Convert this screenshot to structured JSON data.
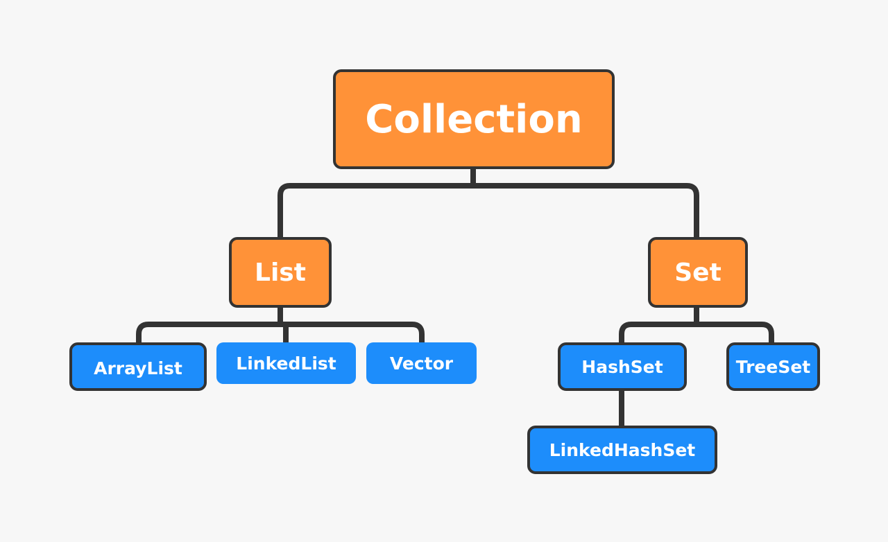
{
  "diagram": {
    "background": "#f7f7f7",
    "colors": {
      "interface": "#ff9238",
      "class": "#1d8dfb",
      "border": "#333333",
      "connector": "#333333"
    },
    "nodes": {
      "collection": "Collection",
      "list": "List",
      "set": "Set",
      "arraylist": "ArrayList",
      "linkedlist": "LinkedList",
      "vector": "Vector",
      "hashset": "HashSet",
      "treeset": "TreeSet",
      "linkedhashset": "LinkedHashSet"
    },
    "edges": [
      [
        "Collection",
        "List"
      ],
      [
        "Collection",
        "Set"
      ],
      [
        "List",
        "ArrayList"
      ],
      [
        "List",
        "LinkedList"
      ],
      [
        "List",
        "Vector"
      ],
      [
        "Set",
        "HashSet"
      ],
      [
        "Set",
        "TreeSet"
      ],
      [
        "HashSet",
        "LinkedHashSet"
      ]
    ]
  }
}
